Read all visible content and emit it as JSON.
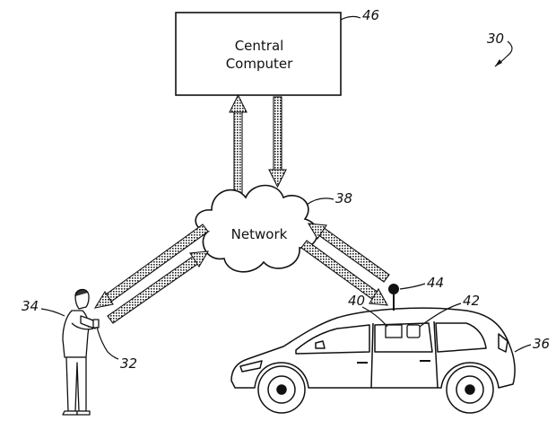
{
  "central_computer": {
    "line1": "Central",
    "line2": "Computer",
    "ref": "46"
  },
  "network": {
    "label": "Network",
    "ref": "38"
  },
  "system_ref": "30",
  "person": {
    "ref": "34",
    "device_ref": "32"
  },
  "vehicle": {
    "ref": "36",
    "antenna_ref": "44",
    "module_ref_a": "40",
    "module_ref_b": "42"
  }
}
